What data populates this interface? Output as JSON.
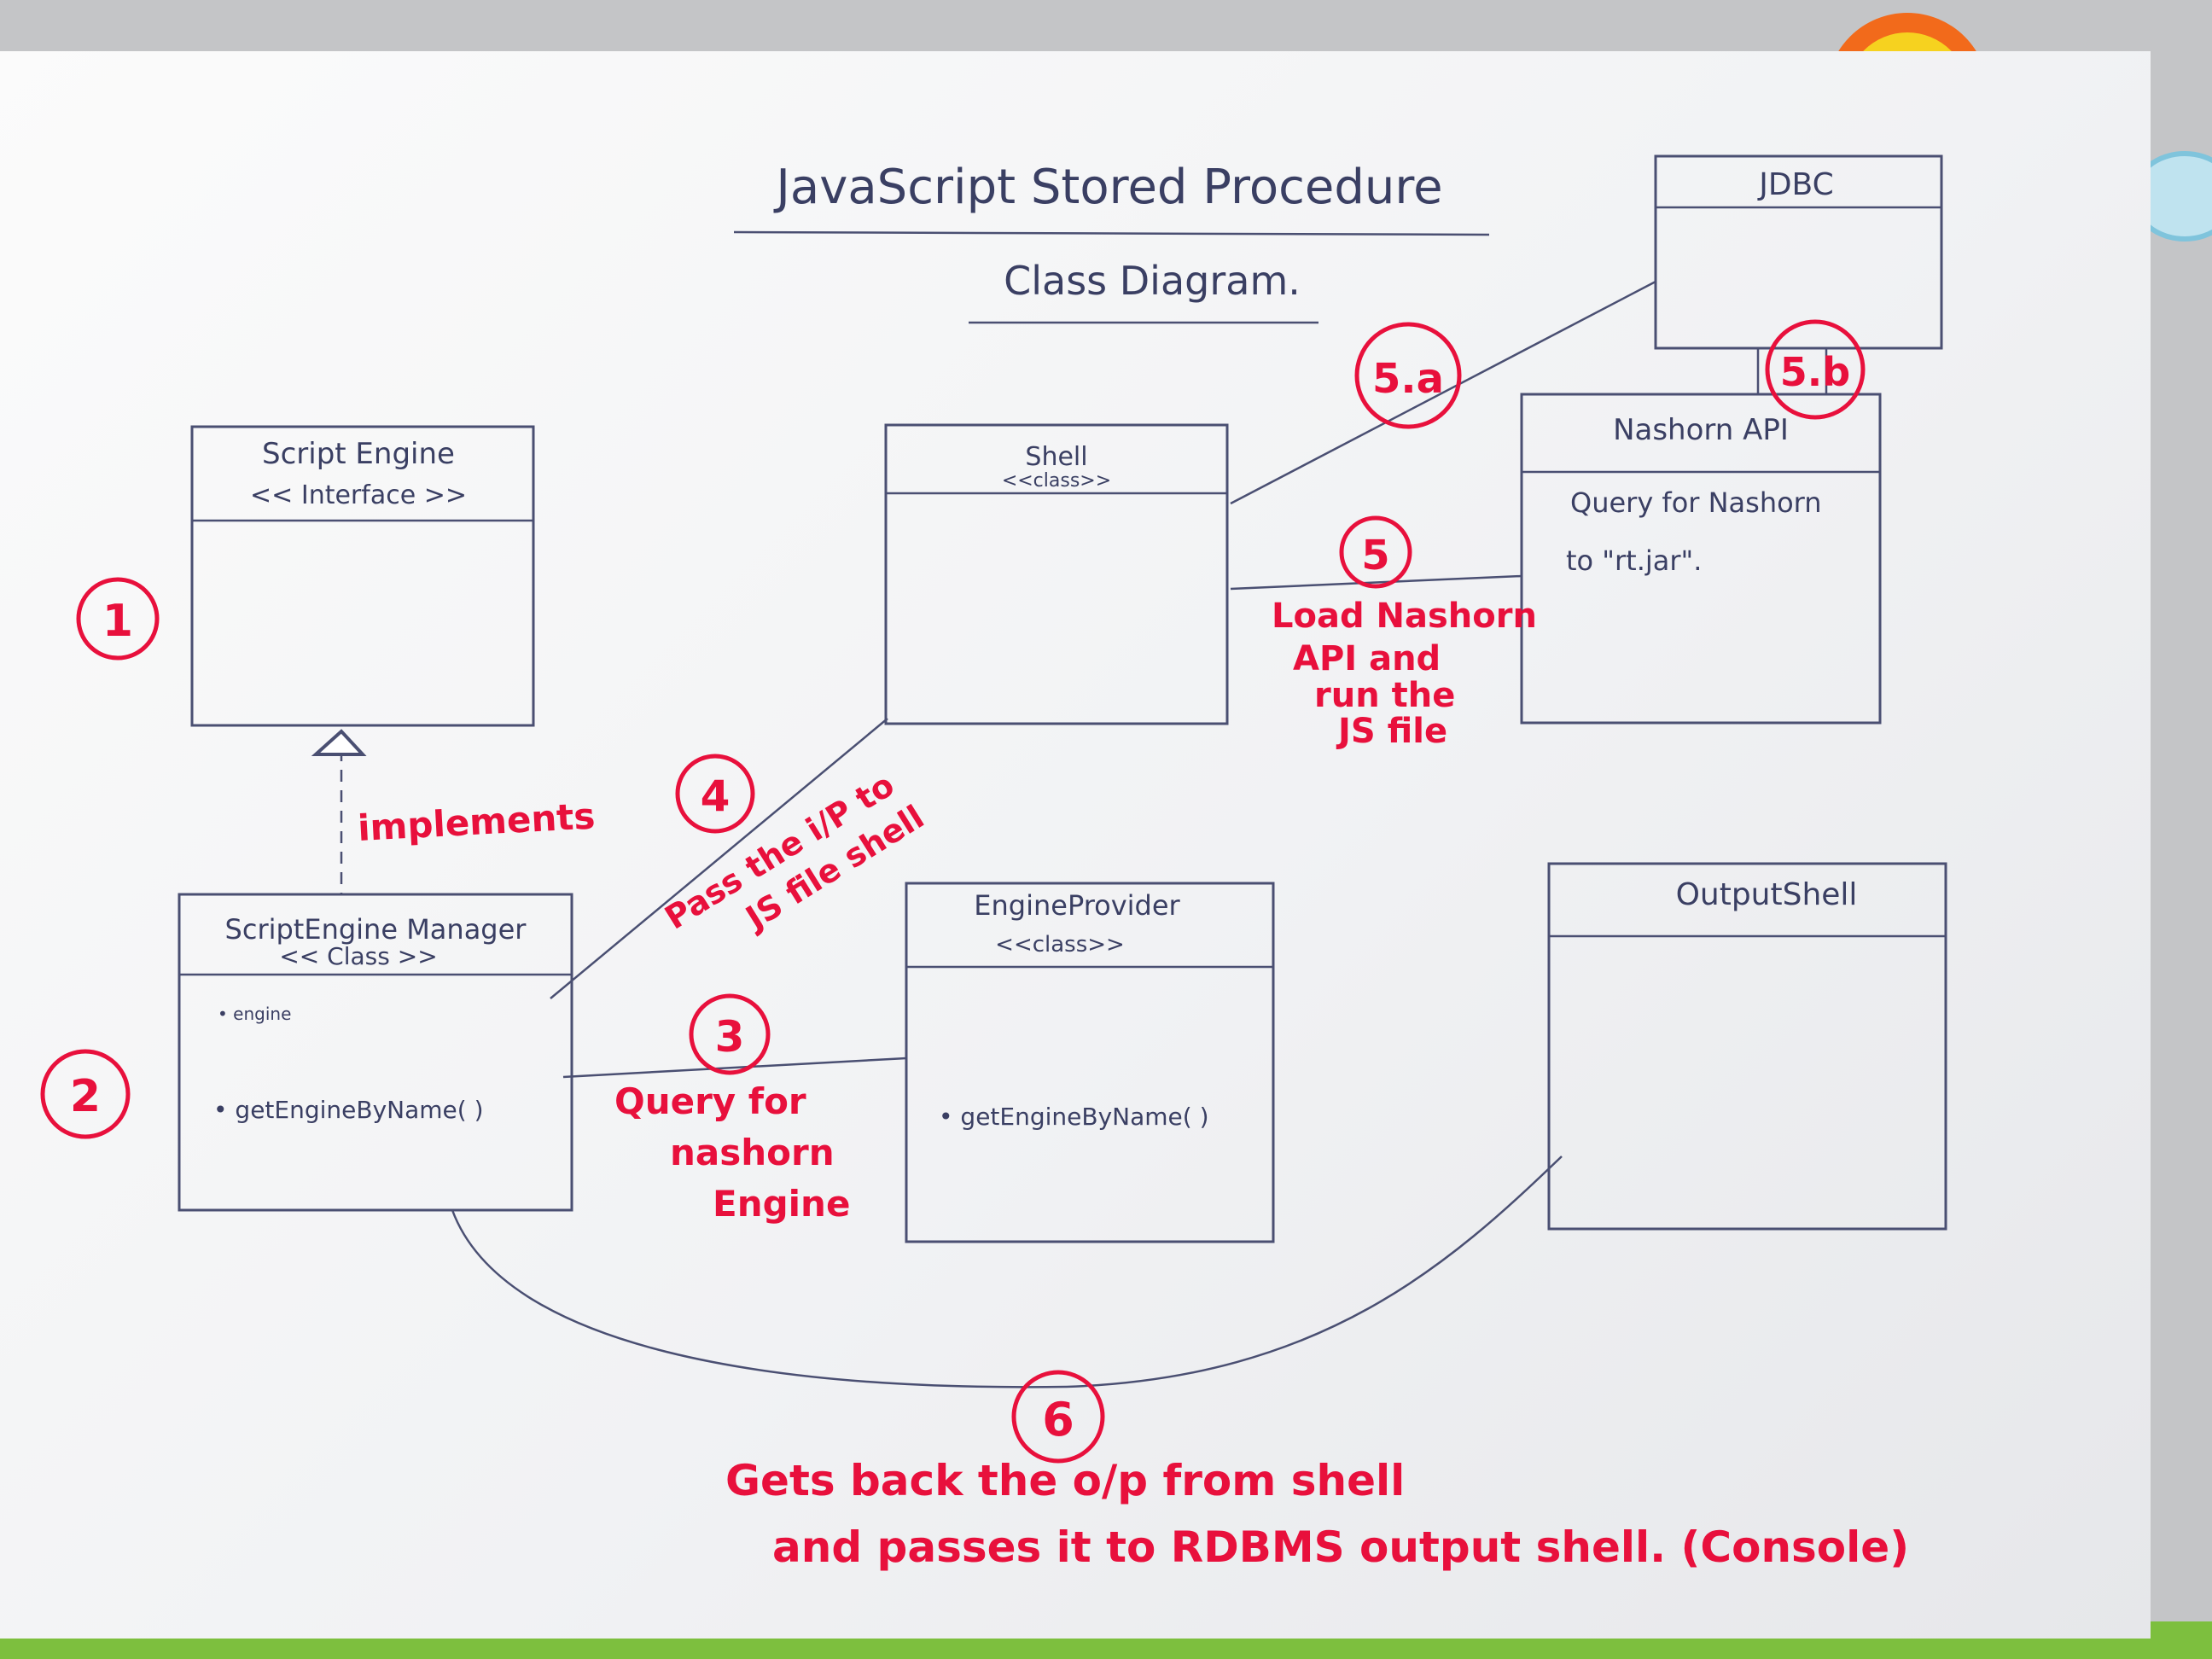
{
  "title": "JavaScript Stored Procedure",
  "subtitle": "Class Diagram.",
  "classes": {
    "script_engine": {
      "name": "Script Engine",
      "stereotype": "<< Interface >>"
    },
    "shell": {
      "name": "Shell",
      "stereotype": "<<class>>"
    },
    "jdbc": {
      "name": "JDBC"
    },
    "nashorn_api": {
      "name": "Nashorn API",
      "body_line1": "Query for Nashorn",
      "body_line2": "to \"rt.jar\"."
    },
    "script_engine_manager": {
      "name": "ScriptEngine Manager",
      "stereotype": "<< Class >>",
      "member1": "• engine",
      "member2": "• getEngineByName( )"
    },
    "engine_provider": {
      "name": "EngineProvider",
      "stereotype": "<<class>>",
      "member1": "• getEngineByName( )"
    },
    "output_shell": {
      "name": "OutputShell"
    }
  },
  "relations": {
    "implements": "implements",
    "step1": "1",
    "step2": "2",
    "step3": "3",
    "step3_note": [
      "Query for",
      "nashorn",
      "Engine"
    ],
    "step4": "4",
    "step4_note": [
      "Pass the i/P to",
      "JS file shell"
    ],
    "step5": "5",
    "step5_note": [
      "Load Nashorn",
      "API and",
      "run the",
      "JS file"
    ],
    "step5a": "5.a",
    "step5b": "5.b",
    "step6": "6",
    "step6_note_line1": "Gets back the o/p from shell",
    "step6_note_line2": "and passes it to RDBMS output shell. (Console)"
  },
  "colors": {
    "ink": "#3a3f63",
    "annotation": "#e8103c",
    "paper": "#f4f5f7"
  }
}
